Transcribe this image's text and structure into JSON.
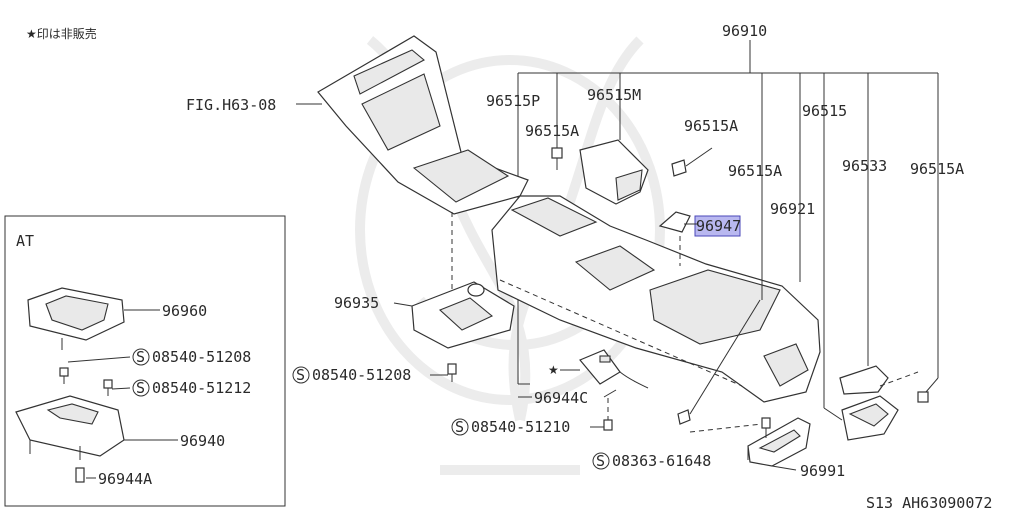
{
  "note": "★印は非販売",
  "footer": "S13 AH63090072",
  "inset_title": "AT",
  "labels": {
    "p96910": "96910",
    "p96515P": "96515P",
    "p96515M": "96515M",
    "p96515A_1": "96515A",
    "p96515A_2": "96515A",
    "p96515A_3": "96515A",
    "p96515A_4": "96515A",
    "p96515": "96515",
    "p96533": "96533",
    "p96921": "96921",
    "p96947": "96947",
    "fig": "FIG.H63-08",
    "p96935": "96935",
    "s08540_51208_main": "08540-51208",
    "s08540_51210": "08540-51210",
    "p96944C": "96944C",
    "s08363_61648": "08363-61648",
    "p96991": "96991",
    "p96960": "96960",
    "s08540_51208_at": "08540-51208",
    "s08540_51212": "08540-51212",
    "p96940": "96940",
    "p96944A": "96944A"
  },
  "symbols": {
    "screw": "S",
    "star": "★"
  },
  "colors": {
    "highlight": "#b9b8f0",
    "line": "#333333",
    "watermark": "#ececec"
  }
}
